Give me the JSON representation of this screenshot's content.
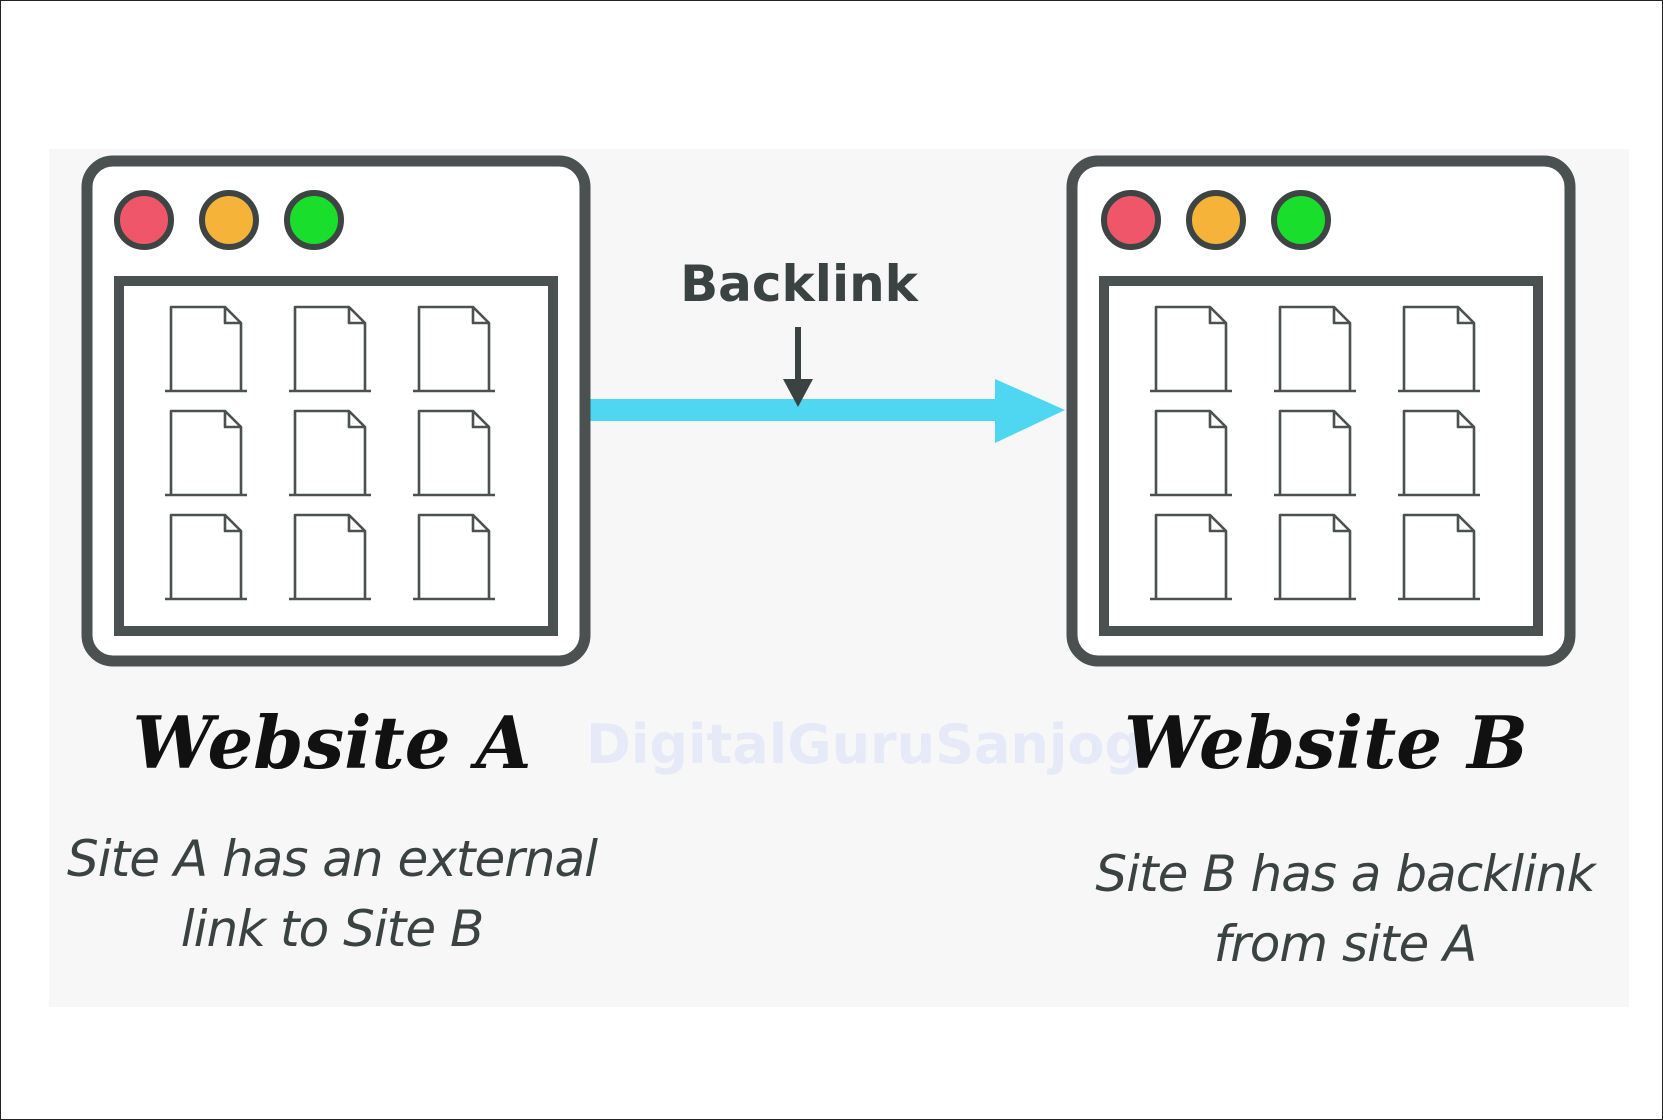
{
  "backlink_label": "Backlink",
  "watermark": "DigitalGuruSanjog",
  "sites": [
    {
      "title": "Website A",
      "caption_lines": [
        "Site A has an external",
        "link to Site B"
      ]
    },
    {
      "title": "Website B",
      "caption_lines": [
        "Site B has a backlink",
        "from site A"
      ]
    }
  ],
  "colors": {
    "red_light": "#f0566a",
    "yellow_light": "#f5b339",
    "green_light": "#19df2c",
    "link_arrow": "#4fd7f2",
    "outline": "#4a5150"
  }
}
